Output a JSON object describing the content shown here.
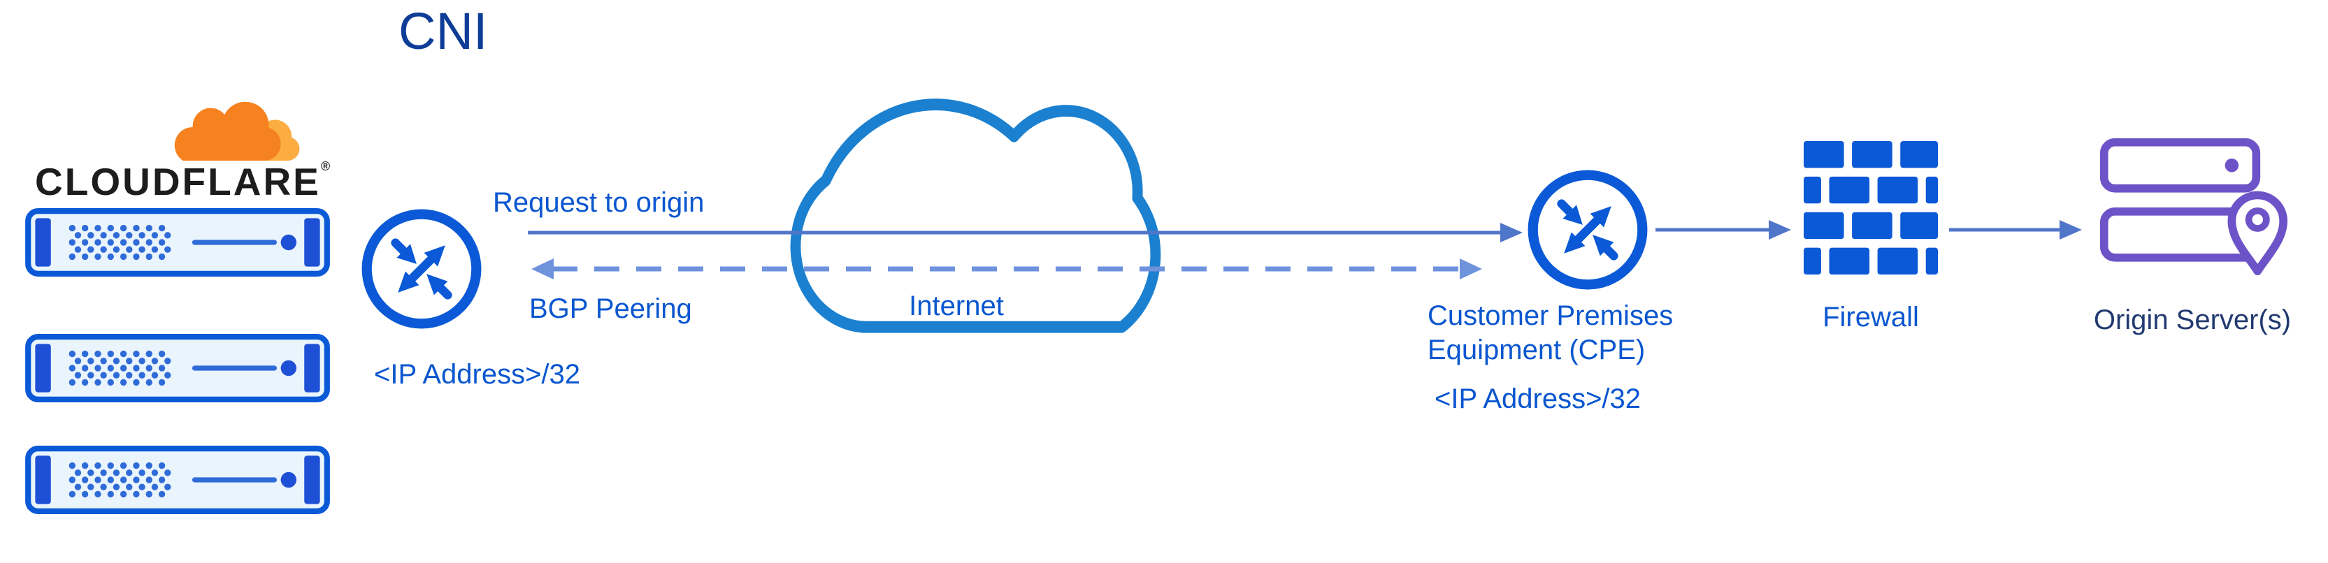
{
  "diagram": {
    "title": "CNI",
    "cloudflare": {
      "wordmark": "CLOUDFLARE",
      "registered_mark": "®"
    },
    "edge_router": {
      "ip_label": "<IP Address>/32"
    },
    "flows": {
      "request": "Request to origin",
      "bgp": "BGP Peering"
    },
    "internet": {
      "label": "Internet"
    },
    "cpe": {
      "name_line1": "Customer Premises",
      "name_line2": "Equipment (CPE)",
      "ip_label": "<IP Address>/32"
    },
    "firewall": {
      "label": "Firewall"
    },
    "origin": {
      "label": "Origin Server(s)"
    }
  },
  "colors": {
    "icon_blue": "#0b59d6",
    "dot_blue": "#2f6bd8",
    "server_fill": "#e9f4fc",
    "server_bar": "#1d50d4",
    "cloud_blue": "#1b80cf",
    "line_blue": "#5076ca",
    "dash_blue": "#6e92dc",
    "label_blue": "#0a56cf",
    "title_blue": "#0d3d97",
    "origin_label": "#223a70",
    "cf_orange": "#f6821f",
    "cf_orange_light": "#fbad41",
    "purple": "#6d53c8",
    "wordmark_black": "#1d1d1f"
  }
}
